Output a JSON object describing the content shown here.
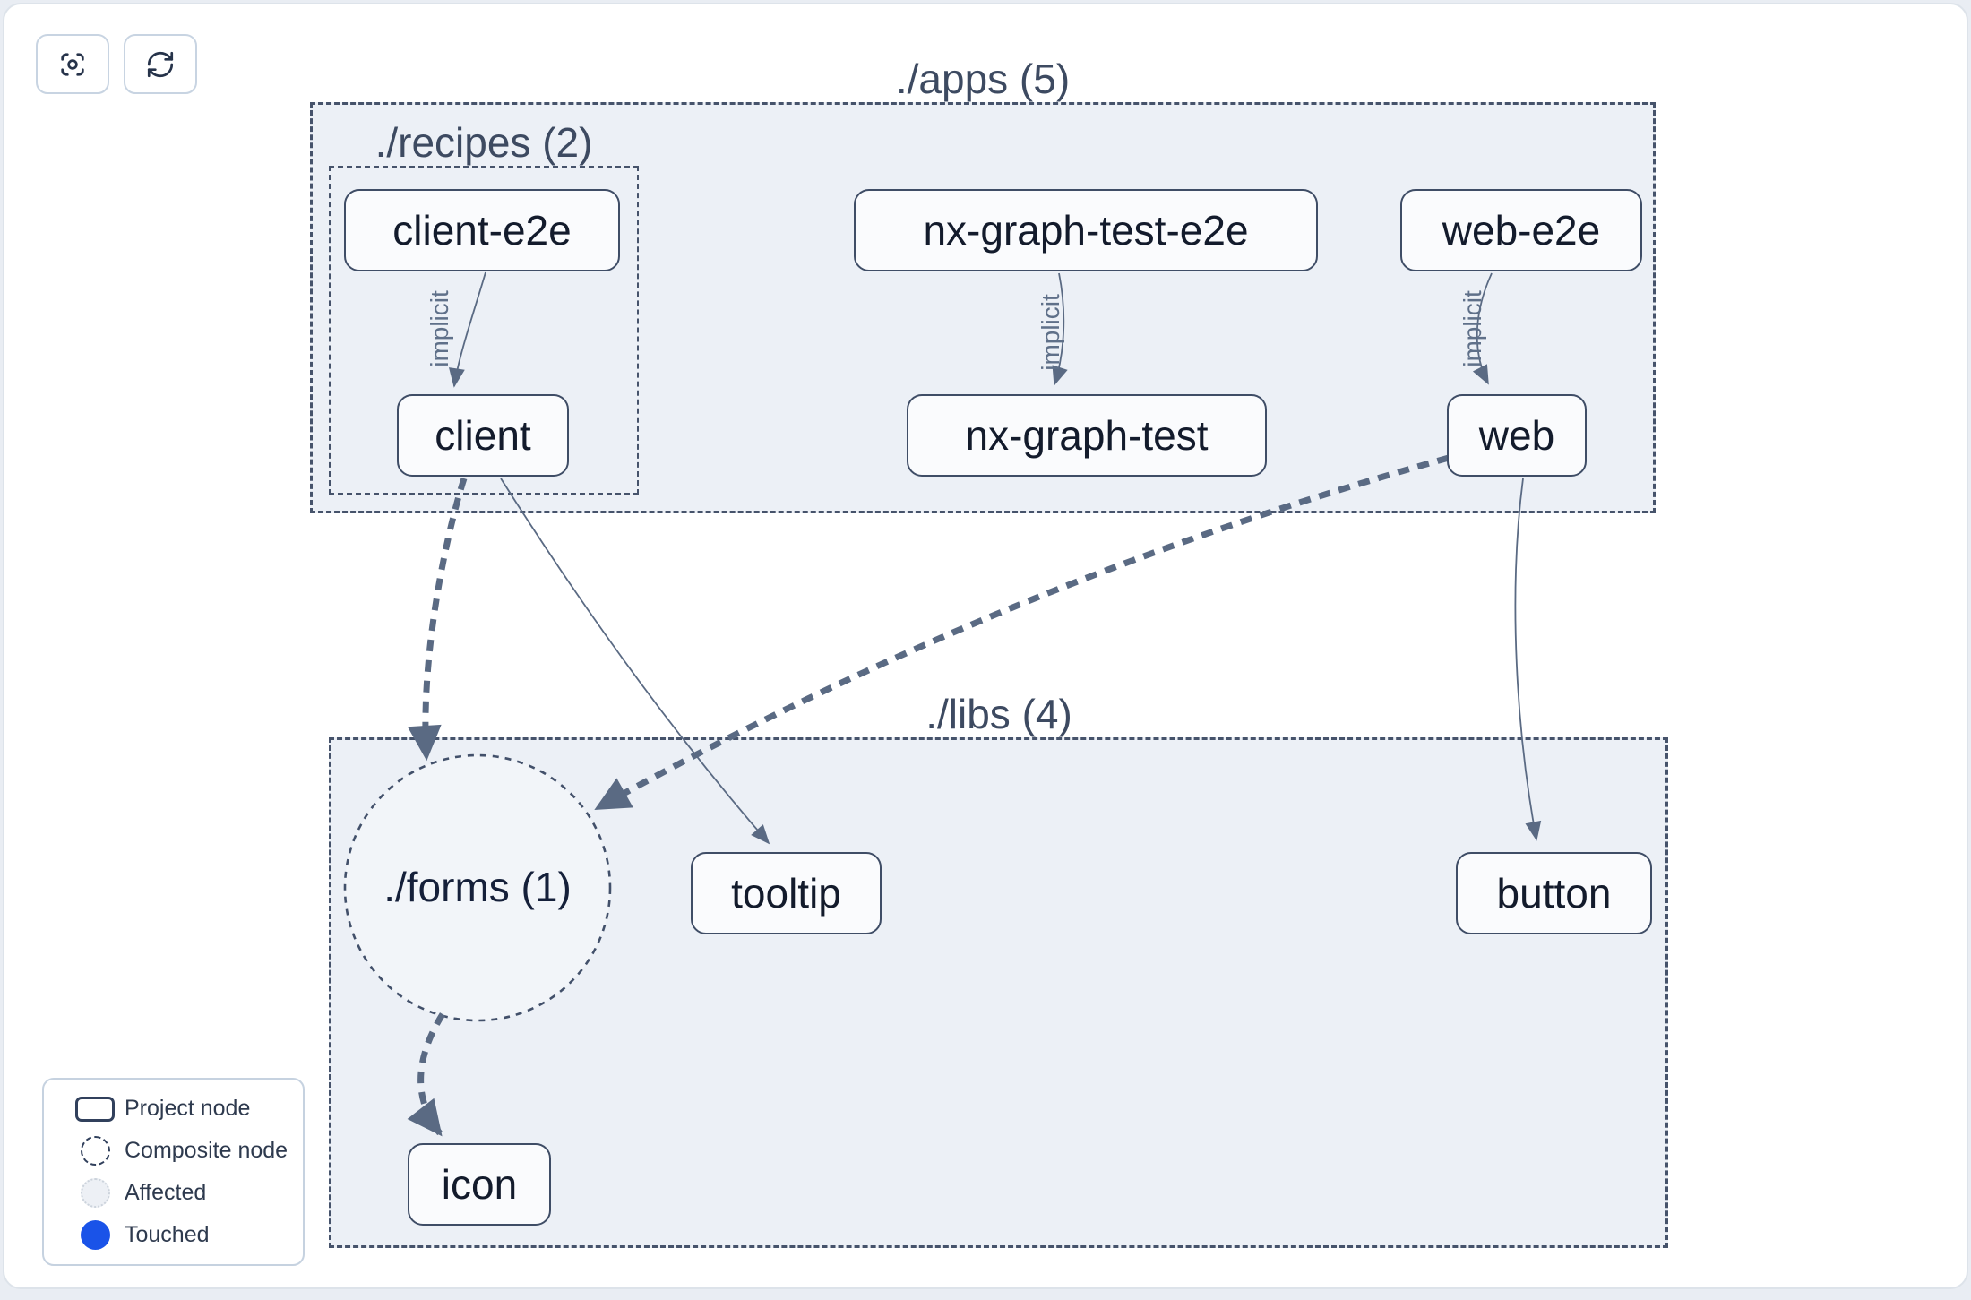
{
  "toolbar": {
    "buttons": [
      {
        "name": "focus",
        "icon": "focus-icon"
      },
      {
        "name": "refresh",
        "icon": "refresh-icon"
      }
    ]
  },
  "graph": {
    "groups": [
      {
        "id": "apps",
        "label": "./apps (5)"
      },
      {
        "id": "recipes",
        "label": "./recipes (2)",
        "parent": "apps"
      },
      {
        "id": "libs",
        "label": "./libs (4)"
      }
    ],
    "composite_nodes": [
      {
        "id": "forms",
        "label": "./forms (1)",
        "parent": "libs"
      }
    ],
    "project_nodes": [
      {
        "id": "client-e2e",
        "label": "client-e2e",
        "group": "recipes"
      },
      {
        "id": "nx-graph-test-e2e",
        "label": "nx-graph-test-e2e",
        "group": "apps"
      },
      {
        "id": "web-e2e",
        "label": "web-e2e",
        "group": "apps"
      },
      {
        "id": "client",
        "label": "client",
        "group": "recipes"
      },
      {
        "id": "nx-graph-test",
        "label": "nx-graph-test",
        "group": "apps"
      },
      {
        "id": "web",
        "label": "web",
        "group": "apps"
      },
      {
        "id": "tooltip",
        "label": "tooltip",
        "group": "libs"
      },
      {
        "id": "button",
        "label": "button",
        "group": "libs"
      },
      {
        "id": "icon",
        "label": "icon",
        "group": "libs"
      }
    ],
    "edges": [
      {
        "from": "client-e2e",
        "to": "client",
        "style": "solid",
        "label": "implicit"
      },
      {
        "from": "nx-graph-test-e2e",
        "to": "nx-graph-test",
        "style": "solid",
        "label": "implicit"
      },
      {
        "from": "web-e2e",
        "to": "web",
        "style": "solid",
        "label": "implicit"
      },
      {
        "from": "client",
        "to": "./forms (1)",
        "style": "dashed-bold",
        "label": ""
      },
      {
        "from": "client",
        "to": "tooltip",
        "style": "solid",
        "label": ""
      },
      {
        "from": "web",
        "to": "./forms (1)",
        "style": "dashed-bold",
        "label": ""
      },
      {
        "from": "web",
        "to": "button",
        "style": "solid",
        "label": ""
      },
      {
        "from": "./forms (1)",
        "to": "icon",
        "style": "dashed-bold",
        "label": ""
      }
    ]
  },
  "legend": {
    "items": [
      {
        "label": "Project node",
        "swatch": "project"
      },
      {
        "label": "Composite node",
        "swatch": "composite"
      },
      {
        "label": "Affected",
        "swatch": "affected"
      },
      {
        "label": "Touched",
        "swatch": "touched"
      }
    ]
  },
  "colors": {
    "touched_blue": "#1a53e8",
    "container_fill": "#ecf0f6",
    "edge": "#5a6a83",
    "node_border": "#3f4d66",
    "node_fill": "#fafbfd"
  }
}
